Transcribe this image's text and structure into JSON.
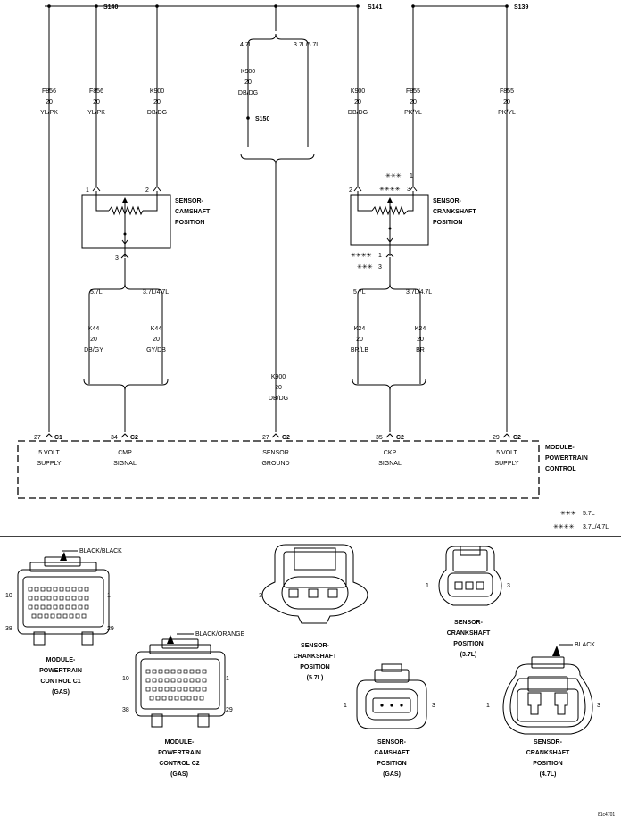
{
  "splices": {
    "s140": "S140",
    "s141": "S141",
    "s139": "S139",
    "s150": "S150"
  },
  "branch_labels": {
    "k900_a": "4.7L",
    "k900_b": "3.7L/5.7L",
    "cmp_a": "5.7L",
    "cmp_b": "3.7L/4.7L",
    "ckp_a": "5.7L",
    "ckp_b": "3.7L/4.7L"
  },
  "wires": {
    "f856_left": {
      "circuit": "F856",
      "gauge": "20",
      "color": "YL/PK"
    },
    "f856_mid": {
      "circuit": "F856",
      "gauge": "20",
      "color": "YL/PK"
    },
    "k900_cmp": {
      "circuit": "K900",
      "gauge": "20",
      "color": "DB/DG"
    },
    "k900_top": {
      "circuit": "K900",
      "gauge": "20",
      "color": "DB/DG"
    },
    "k900_ckp": {
      "circuit": "K900",
      "gauge": "20",
      "color": "DB/DG"
    },
    "f855_ckp": {
      "circuit": "F855",
      "gauge": "20",
      "color": "PK/YL"
    },
    "f855_right": {
      "circuit": "F855",
      "gauge": "20",
      "color": "PK/YL"
    },
    "k44_a": {
      "circuit": "K44",
      "gauge": "20",
      "color": "DB/GY"
    },
    "k44_b": {
      "circuit": "K44",
      "gauge": "20",
      "color": "GY/DB"
    },
    "k900_gnd": {
      "circuit": "K900",
      "gauge": "20",
      "color": "DB/DG"
    },
    "k24_a": {
      "circuit": "K24",
      "gauge": "20",
      "color": "BR/LB"
    },
    "k24_b": {
      "circuit": "K24",
      "gauge": "20",
      "color": "BR"
    }
  },
  "sensors": {
    "cmp": {
      "name_line1": "SENSOR-",
      "name_line2": "CAMSHAFT",
      "name_line3": "POSITION",
      "pin1": "1",
      "pin2": "2",
      "pin3": "3"
    },
    "ckp": {
      "name_line1": "SENSOR-",
      "name_line2": "CRANKSHAFT",
      "name_line3": "POSITION",
      "pin1": "1",
      "pin2": "2",
      "pin3": "3",
      "alt_pin1": "1",
      "alt_pin3": "3",
      "alt_top1": "1",
      "alt_top3": "3"
    }
  },
  "pcm": {
    "name_line1": "MODULE-",
    "name_line2": "POWERTRAIN",
    "name_line3": "CONTROL",
    "pins": [
      {
        "pin": "27",
        "conn": "C1",
        "line1": "5 VOLT",
        "line2": "SUPPLY"
      },
      {
        "pin": "34",
        "conn": "C2",
        "line1": "CMP",
        "line2": "SIGNAL"
      },
      {
        "pin": "27",
        "conn": "C2",
        "line1": "SENSOR",
        "line2": "GROUND"
      },
      {
        "pin": "35",
        "conn": "C2",
        "line1": "CKP",
        "line2": "SIGNAL"
      },
      {
        "pin": "29",
        "conn": "C2",
        "line1": "5 VOLT",
        "line2": "SUPPLY"
      }
    ]
  },
  "legend": {
    "three_star": "5.7L",
    "four_star": "3.7L/4.7L"
  },
  "connectors": {
    "pcm_c1": {
      "color": "BLACK/BLACK",
      "pin10": "10",
      "pin1": "1",
      "pin38": "38",
      "pin29": "29",
      "l1": "MODULE-",
      "l2": "POWERTRAIN",
      "l3": "CONTROL C1",
      "l4": "(GAS)"
    },
    "pcm_c2": {
      "color": "BLACK/ORANGE",
      "pin10": "10",
      "pin1": "1",
      "pin38": "38",
      "pin29": "29",
      "l1": "MODULE-",
      "l2": "POWERTRAIN",
      "l3": "CONTROL C2",
      "l4": "(GAS)"
    },
    "ckp57": {
      "pin3": "3",
      "l1": "SENSOR-",
      "l2": "CRANKSHAFT",
      "l3": "POSITION",
      "l4": "(5.7L)"
    },
    "ckp37": {
      "pin1": "1",
      "pin3": "3",
      "l1": "SENSOR-",
      "l2": "CRANKSHAFT",
      "l3": "POSITION",
      "l4": "(3.7L)"
    },
    "cmp_gas": {
      "pin1": "1",
      "pin3": "3",
      "l1": "SENSOR-",
      "l2": "CAMSHAFT",
      "l3": "POSITION",
      "l4": "(GAS)"
    },
    "ckp47": {
      "color": "BLACK",
      "pin1": "1",
      "pin3": "3",
      "l1": "SENSOR-",
      "l2": "CRANKSHAFT",
      "l3": "POSITION",
      "l4": "(4.7L)"
    }
  },
  "figure_id": "81c4701"
}
